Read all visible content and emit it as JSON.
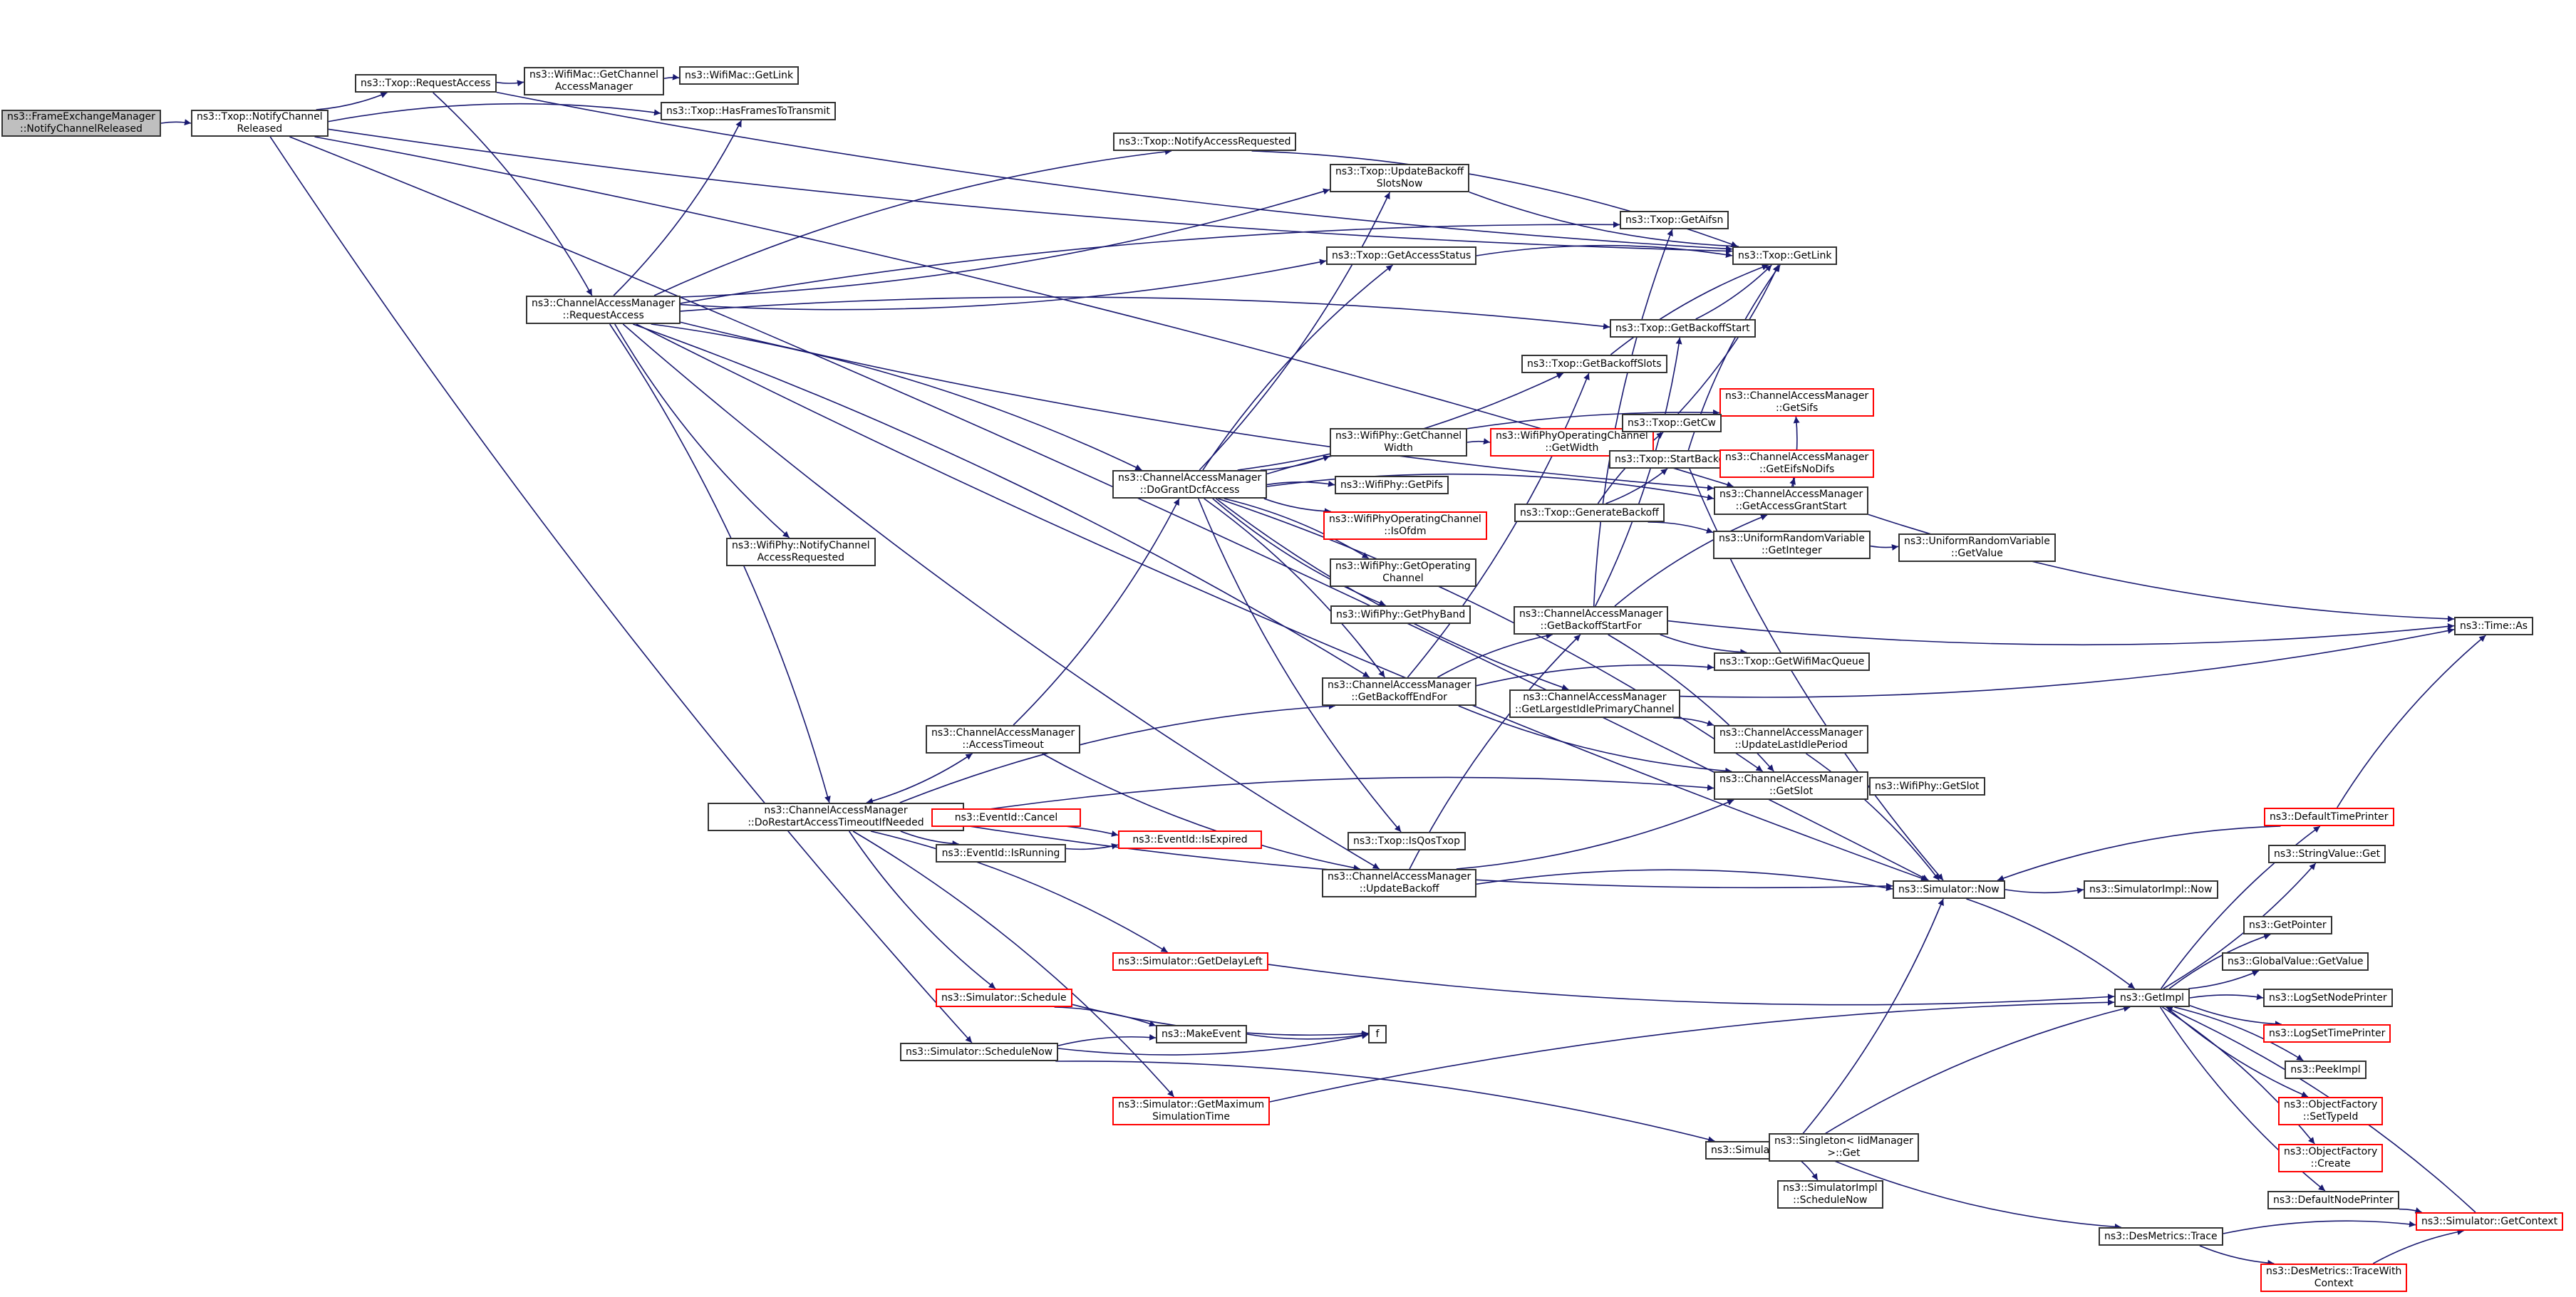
{
  "graph": {
    "title": "Call graph of ns3::FrameExchangeManager::NotifyChannelReleased",
    "edge_color": "#191970",
    "node_border_color": "#333333",
    "external_border_color": "#ff0000",
    "root_fill": "#bfbfbf",
    "nodes": [
      {
        "id": "root",
        "label": "ns3::FrameExchangeManager\n::NotifyChannelReleased",
        "kind": "root"
      },
      {
        "id": "txop_notify_released",
        "label": "ns3::Txop::NotifyChannel\nReleased",
        "kind": "normal"
      },
      {
        "id": "txop_request_access",
        "label": "ns3::Txop::RequestAccess",
        "kind": "normal"
      },
      {
        "id": "wifimac_get_cam",
        "label": "ns3::WifiMac::GetChannel\nAccessManager",
        "kind": "normal"
      },
      {
        "id": "wifimac_get_link",
        "label": "ns3::WifiMac::GetLink",
        "kind": "normal"
      },
      {
        "id": "txop_has_frames",
        "label": "ns3::Txop::HasFramesToTransmit",
        "kind": "normal"
      },
      {
        "id": "txop_notify_access_req",
        "label": "ns3::Txop::NotifyAccessRequested",
        "kind": "normal"
      },
      {
        "id": "txop_update_backoff_slots",
        "label": "ns3::Txop::UpdateBackoff\nSlotsNow",
        "kind": "normal"
      },
      {
        "id": "txop_get_aifsn",
        "label": "ns3::Txop::GetAifsn",
        "kind": "normal"
      },
      {
        "id": "txop_get_link",
        "label": "ns3::Txop::GetLink",
        "kind": "normal"
      },
      {
        "id": "txop_get_access_status",
        "label": "ns3::Txop::GetAccessStatus",
        "kind": "normal"
      },
      {
        "id": "cam_request_access",
        "label": "ns3::ChannelAccessManager\n::RequestAccess",
        "kind": "normal"
      },
      {
        "id": "txop_get_backoff_start",
        "label": "ns3::Txop::GetBackoffStart",
        "kind": "normal"
      },
      {
        "id": "txop_get_backoff_slots",
        "label": "ns3::Txop::GetBackoffSlots",
        "kind": "normal"
      },
      {
        "id": "cam_get_sifs",
        "label": "ns3::ChannelAccessManager\n::GetSifs",
        "kind": "external"
      },
      {
        "id": "wifiphy_get_channel_width",
        "label": "ns3::WifiPhy::GetChannel\nWidth",
        "kind": "normal"
      },
      {
        "id": "wpoc_get_width",
        "label": "ns3::WifiPhyOperatingChannel\n::GetWidth",
        "kind": "external"
      },
      {
        "id": "txop_get_cw",
        "label": "ns3::Txop::GetCw",
        "kind": "normal"
      },
      {
        "id": "txop_start_backoff_now",
        "label": "ns3::Txop::StartBackoffNow",
        "kind": "normal"
      },
      {
        "id": "cam_get_eifs_no_difs",
        "label": "ns3::ChannelAccessManager\n::GetEifsNoDifs",
        "kind": "external"
      },
      {
        "id": "cam_do_grant_dcf",
        "label": "ns3::ChannelAccessManager\n::DoGrantDcfAccess",
        "kind": "normal"
      },
      {
        "id": "wifiphy_get_pifs",
        "label": "ns3::WifiPhy::GetPifs",
        "kind": "normal"
      },
      {
        "id": "cam_get_access_grant_start",
        "label": "ns3::ChannelAccessManager\n::GetAccessGrantStart",
        "kind": "normal"
      },
      {
        "id": "txop_generate_backoff",
        "label": "ns3::Txop::GenerateBackoff",
        "kind": "normal"
      },
      {
        "id": "wpoc_is_ofdm",
        "label": "ns3::WifiPhyOperatingChannel\n::IsOfdm",
        "kind": "external"
      },
      {
        "id": "urv_get_integer",
        "label": "ns3::UniformRandomVariable\n::GetInteger",
        "kind": "normal"
      },
      {
        "id": "urv_get_value",
        "label": "ns3::UniformRandomVariable\n::GetValue",
        "kind": "normal"
      },
      {
        "id": "wifiphy_notify_car",
        "label": "ns3::WifiPhy::NotifyChannel\nAccessRequested",
        "kind": "normal"
      },
      {
        "id": "wifiphy_get_operating_channel",
        "label": "ns3::WifiPhy::GetOperating\nChannel",
        "kind": "normal"
      },
      {
        "id": "wifiphy_get_phy_band",
        "label": "ns3::WifiPhy::GetPhyBand",
        "kind": "normal"
      },
      {
        "id": "cam_get_backoff_start_for",
        "label": "ns3::ChannelAccessManager\n::GetBackoffStartFor",
        "kind": "normal"
      },
      {
        "id": "time_as",
        "label": "ns3::Time::As",
        "kind": "normal"
      },
      {
        "id": "txop_get_wifimac_queue",
        "label": "ns3::Txop::GetWifiMacQueue",
        "kind": "normal"
      },
      {
        "id": "cam_get_backoff_end_for",
        "label": "ns3::ChannelAccessManager\n::GetBackoffEndFor",
        "kind": "normal"
      },
      {
        "id": "cam_get_largest_idle",
        "label": "ns3::ChannelAccessManager\n::GetLargestIdlePrimaryChannel",
        "kind": "normal"
      },
      {
        "id": "cam_update_last_idle",
        "label": "ns3::ChannelAccessManager\n::UpdateLastIdlePeriod",
        "kind": "normal"
      },
      {
        "id": "cam_access_timeout",
        "label": "ns3::ChannelAccessManager\n::AccessTimeout",
        "kind": "normal"
      },
      {
        "id": "cam_get_slot",
        "label": "ns3::ChannelAccessManager\n::GetSlot",
        "kind": "normal"
      },
      {
        "id": "wifiphy_get_slot",
        "label": "ns3::WifiPhy::GetSlot",
        "kind": "normal"
      },
      {
        "id": "cam_do_restart",
        "label": "ns3::ChannelAccessManager\n::DoRestartAccessTimeoutIfNeeded",
        "kind": "normal"
      },
      {
        "id": "eventid_cancel",
        "label": "ns3::EventId::Cancel",
        "kind": "external"
      },
      {
        "id": "default_time_printer",
        "label": "ns3::DefaultTimePrinter",
        "kind": "external"
      },
      {
        "id": "eventid_is_expired",
        "label": "ns3::EventId::IsExpired",
        "kind": "external"
      },
      {
        "id": "eventid_is_running",
        "label": "ns3::EventId::IsRunning",
        "kind": "normal"
      },
      {
        "id": "txop_is_qos",
        "label": "ns3::Txop::IsQosTxop",
        "kind": "normal"
      },
      {
        "id": "stringvalue_get",
        "label": "ns3::StringValue::Get",
        "kind": "normal"
      },
      {
        "id": "cam_update_backoff",
        "label": "ns3::ChannelAccessManager\n::UpdateBackoff",
        "kind": "normal"
      },
      {
        "id": "simulator_now",
        "label": "ns3::Simulator::Now",
        "kind": "normal"
      },
      {
        "id": "simimpl_now",
        "label": "ns3::SimulatorImpl::Now",
        "kind": "normal"
      },
      {
        "id": "get_pointer",
        "label": "ns3::GetPointer",
        "kind": "normal"
      },
      {
        "id": "simulator_get_delay_left",
        "label": "ns3::Simulator::GetDelayLeft",
        "kind": "external"
      },
      {
        "id": "globalvalue_get_value",
        "label": "ns3::GlobalValue::GetValue",
        "kind": "normal"
      },
      {
        "id": "simulator_schedule",
        "label": "ns3::Simulator::Schedule",
        "kind": "external"
      },
      {
        "id": "get_impl",
        "label": "ns3::GetImpl",
        "kind": "normal"
      },
      {
        "id": "log_set_node_printer",
        "label": "ns3::LogSetNodePrinter",
        "kind": "normal"
      },
      {
        "id": "make_event",
        "label": "ns3::MakeEvent",
        "kind": "normal"
      },
      {
        "id": "f",
        "label": "f",
        "kind": "normal"
      },
      {
        "id": "simulator_schedule_now",
        "label": "ns3::Simulator::ScheduleNow",
        "kind": "normal"
      },
      {
        "id": "log_set_time_printer",
        "label": "ns3::LogSetTimePrinter",
        "kind": "external"
      },
      {
        "id": "peek_impl",
        "label": "ns3::PeekImpl",
        "kind": "normal"
      },
      {
        "id": "simulator_get_max_sim_time",
        "label": "ns3::Simulator::GetMaximum\nSimulationTime",
        "kind": "external"
      },
      {
        "id": "objfactory_set_typeid",
        "label": "ns3::ObjectFactory\n::SetTypeId",
        "kind": "external"
      },
      {
        "id": "simulator_do_schedule_now",
        "label": "ns3::Simulator::DoScheduleNow",
        "kind": "normal"
      },
      {
        "id": "singleton_get",
        "label": "ns3::Singleton< IidManager\n>::Get",
        "kind": "normal"
      },
      {
        "id": "objfactory_create",
        "label": "ns3::ObjectFactory\n::Create",
        "kind": "external"
      },
      {
        "id": "simimpl_schedule_now",
        "label": "ns3::SimulatorImpl\n::ScheduleNow",
        "kind": "normal"
      },
      {
        "id": "default_node_printer",
        "label": "ns3::DefaultNodePrinter",
        "kind": "normal"
      },
      {
        "id": "simulator_get_context",
        "label": "ns3::Simulator::GetContext",
        "kind": "external"
      },
      {
        "id": "desmetrics_trace",
        "label": "ns3::DesMetrics::Trace",
        "kind": "normal"
      },
      {
        "id": "desmetrics_trace_with_context",
        "label": "ns3::DesMetrics::TraceWith\nContext",
        "kind": "external"
      }
    ],
    "edges": [
      [
        "root",
        "txop_notify_released"
      ],
      [
        "txop_notify_released",
        "txop_request_access"
      ],
      [
        "txop_notify_released",
        "txop_has_frames"
      ],
      [
        "txop_notify_released",
        "txop_get_link"
      ],
      [
        "txop_notify_released",
        "cam_get_access_grant_start"
      ],
      [
        "txop_notify_released",
        "simulator_schedule_now"
      ],
      [
        "txop_notify_released",
        "simulator_now"
      ],
      [
        "txop_request_access",
        "wifimac_get_cam"
      ],
      [
        "txop_request_access",
        "cam_request_access"
      ],
      [
        "txop_request_access",
        "txop_get_link"
      ],
      [
        "wifimac_get_cam",
        "wifimac_get_link"
      ],
      [
        "cam_request_access",
        "txop_has_frames"
      ],
      [
        "cam_request_access",
        "txop_notify_access_req"
      ],
      [
        "cam_request_access",
        "txop_update_backoff_slots"
      ],
      [
        "cam_request_access",
        "txop_get_aifsn"
      ],
      [
        "cam_request_access",
        "txop_get_access_status"
      ],
      [
        "cam_request_access",
        "txop_get_backoff_start"
      ],
      [
        "cam_request_access",
        "cam_get_access_grant_start"
      ],
      [
        "cam_request_access",
        "cam_do_grant_dcf"
      ],
      [
        "cam_request_access",
        "wifiphy_notify_car"
      ],
      [
        "cam_request_access",
        "cam_do_restart"
      ],
      [
        "cam_request_access",
        "cam_update_backoff"
      ],
      [
        "cam_request_access",
        "cam_get_backoff_end_for"
      ],
      [
        "cam_request_access",
        "simulator_now"
      ],
      [
        "txop_notify_access_req",
        "txop_get_link"
      ],
      [
        "txop_update_backoff_slots",
        "txop_get_link"
      ],
      [
        "txop_get_access_status",
        "txop_get_link"
      ],
      [
        "txop_get_backoff_start",
        "txop_get_link"
      ],
      [
        "txop_get_backoff_slots",
        "txop_get_link"
      ],
      [
        "txop_get_cw",
        "txop_get_link"
      ],
      [
        "txop_start_backoff_now",
        "txop_get_link"
      ],
      [
        "txop_start_backoff_now",
        "simulator_now"
      ],
      [
        "wifiphy_get_channel_width",
        "wpoc_get_width"
      ],
      [
        "cam_do_grant_dcf",
        "txop_update_backoff_slots"
      ],
      [
        "cam_do_grant_dcf",
        "txop_get_access_status"
      ],
      [
        "cam_do_grant_dcf",
        "txop_get_backoff_slots"
      ],
      [
        "cam_do_grant_dcf",
        "cam_get_sifs"
      ],
      [
        "cam_do_grant_dcf",
        "wifiphy_get_channel_width"
      ],
      [
        "cam_do_grant_dcf",
        "wifiphy_get_pifs"
      ],
      [
        "cam_do_grant_dcf",
        "wpoc_is_ofdm"
      ],
      [
        "cam_do_grant_dcf",
        "wifiphy_get_operating_channel"
      ],
      [
        "cam_do_grant_dcf",
        "wifiphy_get_phy_band"
      ],
      [
        "cam_do_grant_dcf",
        "cam_get_backoff_end_for"
      ],
      [
        "cam_do_grant_dcf",
        "cam_get_largest_idle"
      ],
      [
        "cam_do_grant_dcf",
        "cam_get_slot"
      ],
      [
        "cam_do_grant_dcf",
        "txop_is_qos"
      ],
      [
        "cam_do_grant_dcf",
        "cam_get_access_grant_start"
      ],
      [
        "cam_get_access_grant_start",
        "cam_get_sifs"
      ],
      [
        "cam_get_access_grant_start",
        "cam_get_eifs_no_difs"
      ],
      [
        "cam_get_access_grant_start",
        "time_as"
      ],
      [
        "txop_generate_backoff",
        "txop_get_cw"
      ],
      [
        "txop_generate_backoff",
        "txop_start_backoff_now"
      ],
      [
        "txop_generate_backoff",
        "urv_get_integer"
      ],
      [
        "urv_get_integer",
        "urv_get_value"
      ],
      [
        "cam_get_backoff_start_for",
        "txop_get_aifsn"
      ],
      [
        "cam_get_backoff_start_for",
        "txop_get_backoff_start"
      ],
      [
        "cam_get_backoff_start_for",
        "cam_get_access_grant_start"
      ],
      [
        "cam_get_backoff_start_for",
        "txop_get_wifimac_queue"
      ],
      [
        "cam_get_backoff_start_for",
        "cam_get_slot"
      ],
      [
        "cam_get_backoff_start_for",
        "time_as"
      ],
      [
        "cam_get_backoff_end_for",
        "cam_get_backoff_start_for"
      ],
      [
        "cam_get_backoff_end_for",
        "txop_get_backoff_slots"
      ],
      [
        "cam_get_backoff_end_for",
        "txop_get_wifimac_queue"
      ],
      [
        "cam_get_backoff_end_for",
        "cam_get_slot"
      ],
      [
        "cam_get_largest_idle",
        "cam_update_last_idle"
      ],
      [
        "cam_get_largest_idle",
        "time_as"
      ],
      [
        "cam_update_last_idle",
        "simulator_now"
      ],
      [
        "cam_access_timeout",
        "cam_do_grant_dcf"
      ],
      [
        "cam_access_timeout",
        "cam_do_restart"
      ],
      [
        "cam_access_timeout",
        "cam_update_backoff"
      ],
      [
        "cam_get_slot",
        "wifiphy_get_slot"
      ],
      [
        "cam_do_restart",
        "cam_access_timeout"
      ],
      [
        "cam_do_restart",
        "cam_get_backoff_end_for"
      ],
      [
        "cam_do_restart",
        "eventid_cancel"
      ],
      [
        "cam_do_restart",
        "eventid_is_expired"
      ],
      [
        "cam_do_restart",
        "eventid_is_running"
      ],
      [
        "cam_do_restart",
        "simulator_get_delay_left"
      ],
      [
        "cam_do_restart",
        "simulator_schedule"
      ],
      [
        "cam_do_restart",
        "simulator_get_max_sim_time"
      ],
      [
        "cam_do_restart",
        "simulator_now"
      ],
      [
        "cam_do_restart",
        "cam_get_slot"
      ],
      [
        "eventid_is_running",
        "eventid_is_expired"
      ],
      [
        "cam_update_backoff",
        "cam_get_backoff_start_for"
      ],
      [
        "cam_update_backoff",
        "cam_get_slot"
      ],
      [
        "cam_update_backoff",
        "simulator_now"
      ],
      [
        "simulator_now",
        "simimpl_now"
      ],
      [
        "simulator_now",
        "get_impl"
      ],
      [
        "default_time_printer",
        "simulator_now"
      ],
      [
        "default_time_printer",
        "time_as"
      ],
      [
        "simulator_get_delay_left",
        "get_impl"
      ],
      [
        "simulator_schedule",
        "make_event"
      ],
      [
        "simulator_schedule",
        "f"
      ],
      [
        "simulator_schedule_now",
        "make_event"
      ],
      [
        "simulator_schedule_now",
        "f"
      ],
      [
        "simulator_schedule_now",
        "simulator_do_schedule_now"
      ],
      [
        "make_event",
        "f"
      ],
      [
        "simulator_get_max_sim_time",
        "get_impl"
      ],
      [
        "simulator_do_schedule_now",
        "simulator_now"
      ],
      [
        "simulator_do_schedule_now",
        "get_impl"
      ],
      [
        "simulator_do_schedule_now",
        "singleton_get"
      ],
      [
        "simulator_do_schedule_now",
        "simimpl_schedule_now"
      ],
      [
        "simulator_do_schedule_now",
        "desmetrics_trace"
      ],
      [
        "get_impl",
        "default_time_printer"
      ],
      [
        "get_impl",
        "stringvalue_get"
      ],
      [
        "get_impl",
        "get_pointer"
      ],
      [
        "get_impl",
        "globalvalue_get_value"
      ],
      [
        "get_impl",
        "log_set_node_printer"
      ],
      [
        "get_impl",
        "log_set_time_printer"
      ],
      [
        "get_impl",
        "peek_impl"
      ],
      [
        "get_impl",
        "objfactory_set_typeid"
      ],
      [
        "get_impl",
        "objfactory_create"
      ],
      [
        "get_impl",
        "default_node_printer"
      ],
      [
        "default_node_printer",
        "simulator_get_context"
      ],
      [
        "simulator_get_context",
        "get_impl"
      ],
      [
        "desmetrics_trace",
        "simulator_get_context"
      ],
      [
        "desmetrics_trace",
        "desmetrics_trace_with_context"
      ],
      [
        "desmetrics_trace_with_context",
        "simulator_get_context"
      ]
    ]
  }
}
